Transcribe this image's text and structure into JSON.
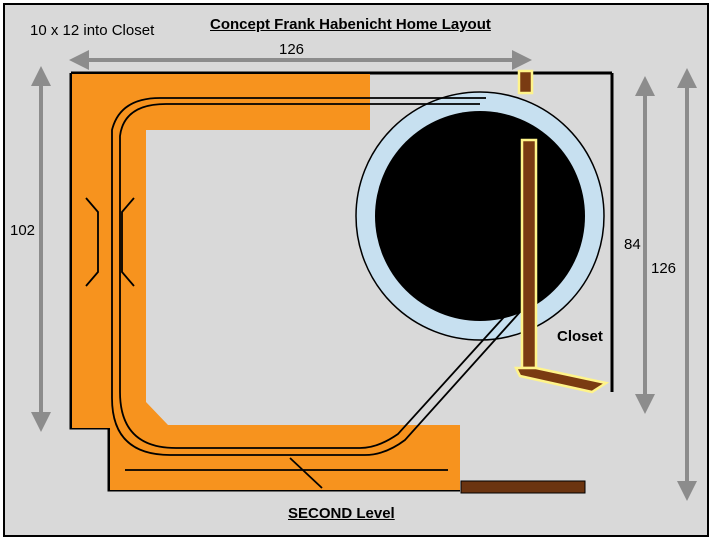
{
  "diagram": {
    "title": "Concept Frank Habenicht Home Layout",
    "room_label": "10 x 12 into Closet",
    "level_label": "SECOND  Level",
    "closet_label": "Closet",
    "dim_top": "126",
    "dim_left": "102",
    "dim_closet": "84",
    "dim_right": "126"
  },
  "colors": {
    "background": "#d9d9d9",
    "benchwork": "#f7931e",
    "track": "#000000",
    "helix_ring": "#c7e0f0",
    "helix_core": "#000000",
    "wall": "#000000",
    "closet_wall": "#7a3b12",
    "closet_outline": "#fff48a",
    "dimension_arrow": "#8c8c8c",
    "shelf": "#6b3410"
  }
}
